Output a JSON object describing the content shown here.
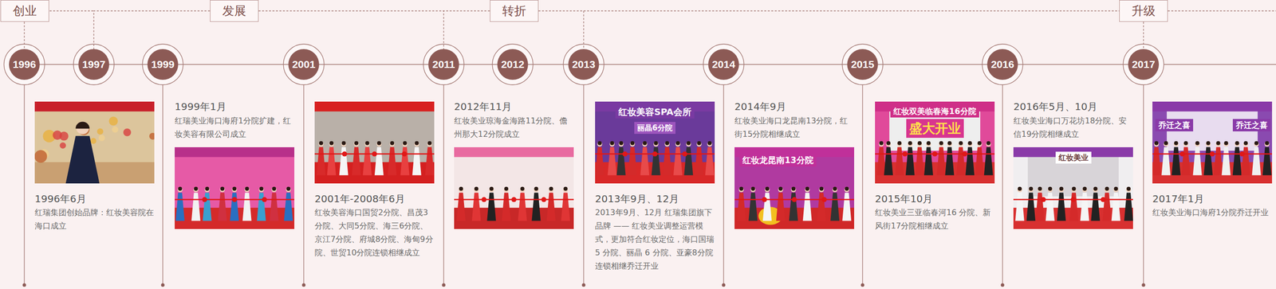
{
  "diagram": {
    "nodes": [
      {
        "text": [
          "创业"
        ]
      },
      {
        "text": [
          "发展"
        ]
      },
      {
        "text": [
          "转折"
        ]
      },
      {
        "text": [
          "升级"
        ]
      },
      {
        "text": [
          "1996"
        ]
      },
      {
        "text": [
          "1997"
        ]
      },
      {
        "text": [
          "1999"
        ]
      },
      {
        "text": [
          "2001"
        ]
      },
      {
        "text": [
          "2011"
        ]
      },
      {
        "text": [
          "2012"
        ]
      },
      {
        "text": [
          "2013"
        ]
      },
      {
        "text": [
          "2014"
        ]
      },
      {
        "text": [
          "2015"
        ]
      },
      {
        "text": [
          "2016"
        ]
      },
      {
        "text": [
          "2017"
        ]
      }
    ],
    "edges": [
      {
        "from": 0,
        "to": 4,
        "arrow": "none"
      },
      {
        "from": 1,
        "to": 5,
        "arrow": "none"
      },
      {
        "from": 2,
        "to": 8,
        "arrow": "none"
      },
      {
        "from": 2,
        "to": 10,
        "arrow": "none"
      },
      {
        "from": 3,
        "to": 14,
        "arrow": "none"
      },
      {
        "from": 4,
        "to": 5,
        "arrow": "none"
      },
      {
        "from": 5,
        "to": 6,
        "arrow": "none"
      },
      {
        "from": 6,
        "to": 7,
        "arrow": "none"
      },
      {
        "from": 7,
        "to": 8,
        "arrow": "none"
      },
      {
        "from": 8,
        "to": 9,
        "arrow": "none"
      },
      {
        "from": 9,
        "to": 10,
        "arrow": "none"
      },
      {
        "from": 10,
        "to": 11,
        "arrow": "none"
      },
      {
        "from": 11,
        "to": 12,
        "arrow": "none"
      },
      {
        "from": 12,
        "to": 13,
        "arrow": "none"
      },
      {
        "from": 13,
        "to": 14,
        "arrow": "none"
      }
    ],
    "labels": [
      "1996年6月",
      "红瑞集团创始品牌：红妆美容院在海口成立",
      "1999年1月",
      "红瑞美业海口海府1分院扩建，红妆美容有限公司成立",
      "2001年-2008年6月",
      "红妆美容海口国贸2分院、昌茂3分院、大同5分院、海三6分院、京江7分院、府城8分院、海甸9分院、世贸10分院连锁相继成立",
      "2012年11月",
      "红妆美业琼海金海路11分院、儋州那大12分院成立",
      "红妆美容SPA会所",
      "丽晶6分院",
      "2013年9月、12月",
      "2013年9月、12月 红瑞集团旗下品牌 —— 红妆美业调整运营模式，更加符合红妆定位，海口国瑞 5 分院、丽晶 6 分院、亚豪8分院连锁相继乔迁开业",
      "2014年9月",
      "红妆美业海口龙昆南13分院，红街15分院相继成立",
      "红妆龙昆南13分院",
      "红妆双美临春海16分院",
      "盛大开业",
      "2015年10月",
      "红妆美业三亚临春河16 分院、新风街17分院相继成立",
      "2016年5月、10月",
      "红妆美业海口万花坊18分院、安信19分院相继成立",
      "红妆美业",
      "乔迁之喜",
      "乔迁之喜",
      "2017年1月",
      "红妆美业海口海府1分院乔迁开业"
    ]
  }
}
